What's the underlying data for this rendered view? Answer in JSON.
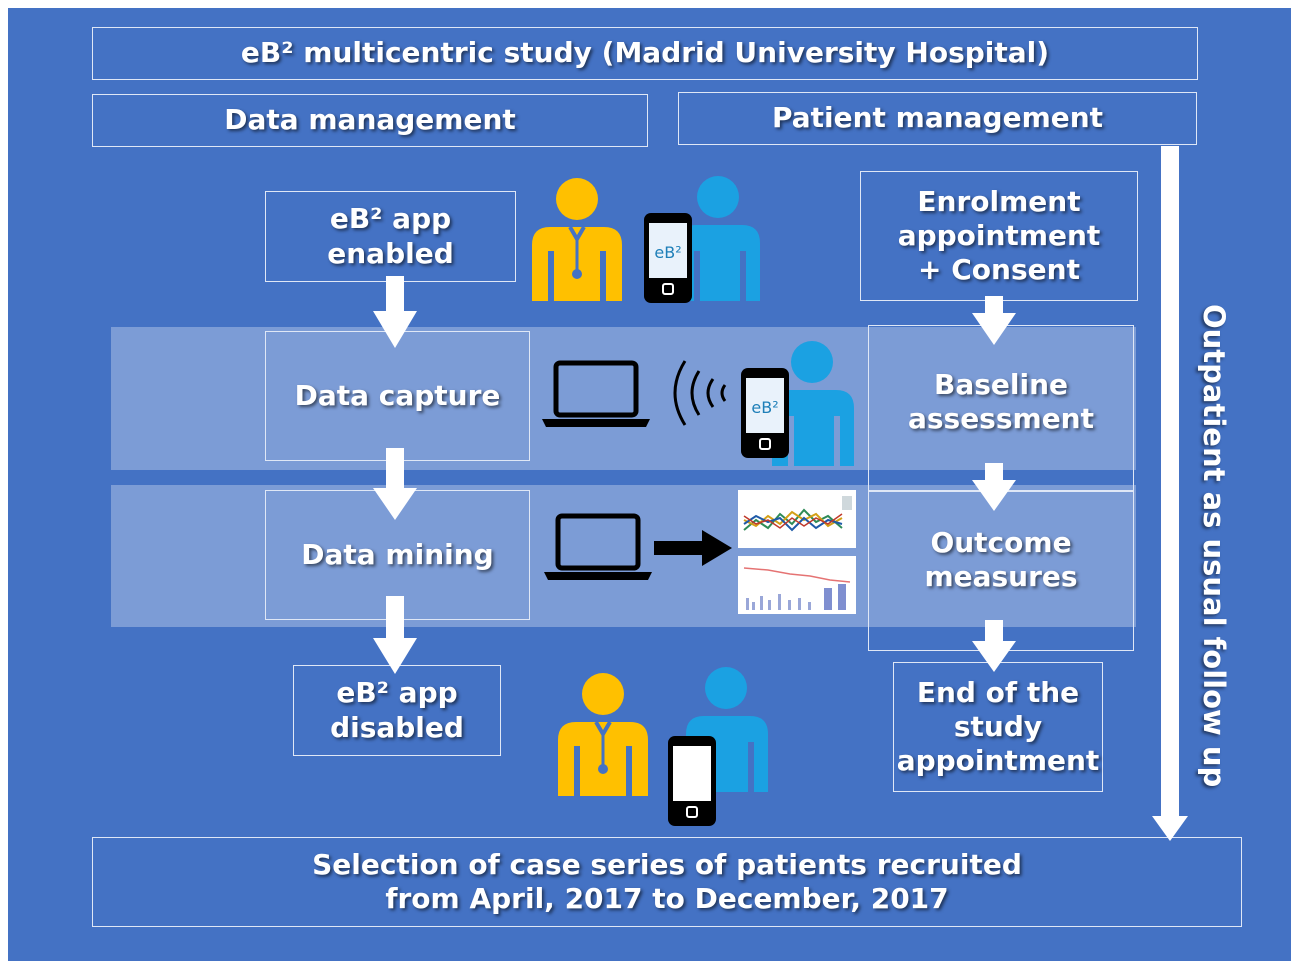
{
  "title": "eB² multicentric study (Madrid University Hospital)",
  "headers": {
    "data_management": "Data management",
    "patient_management": "Patient management"
  },
  "data_flow": {
    "app_enabled": "eB² app\nenabled",
    "data_capture": "Data capture",
    "data_mining": "Data mining",
    "app_disabled": "eB² app\ndisabled"
  },
  "patient_flow": {
    "enrolment": "Enrolment\nappointment\n+ Consent",
    "baseline": "Baseline\nassessment",
    "outcome": "Outcome\nmeasures",
    "end_of_study": "End of the\nstudy\nappointment"
  },
  "side_label": "Outpatient as usual follow up",
  "footer": "Selection of case series of patients recruited\nfrom April, 2017 to December, 2017",
  "phone_screen_label": "eB²",
  "colors": {
    "background": "#4472c4",
    "doctor": "#ffc000",
    "patient": "#1ba1e2",
    "band": "rgba(255,255,255,0.3)"
  },
  "icons": [
    "doctor-icon",
    "patient-icon",
    "smartphone-icon",
    "laptop-icon",
    "wireless-signal-icon",
    "right-arrow-icon",
    "line-chart-thumbnail",
    "bar-chart-thumbnail"
  ]
}
